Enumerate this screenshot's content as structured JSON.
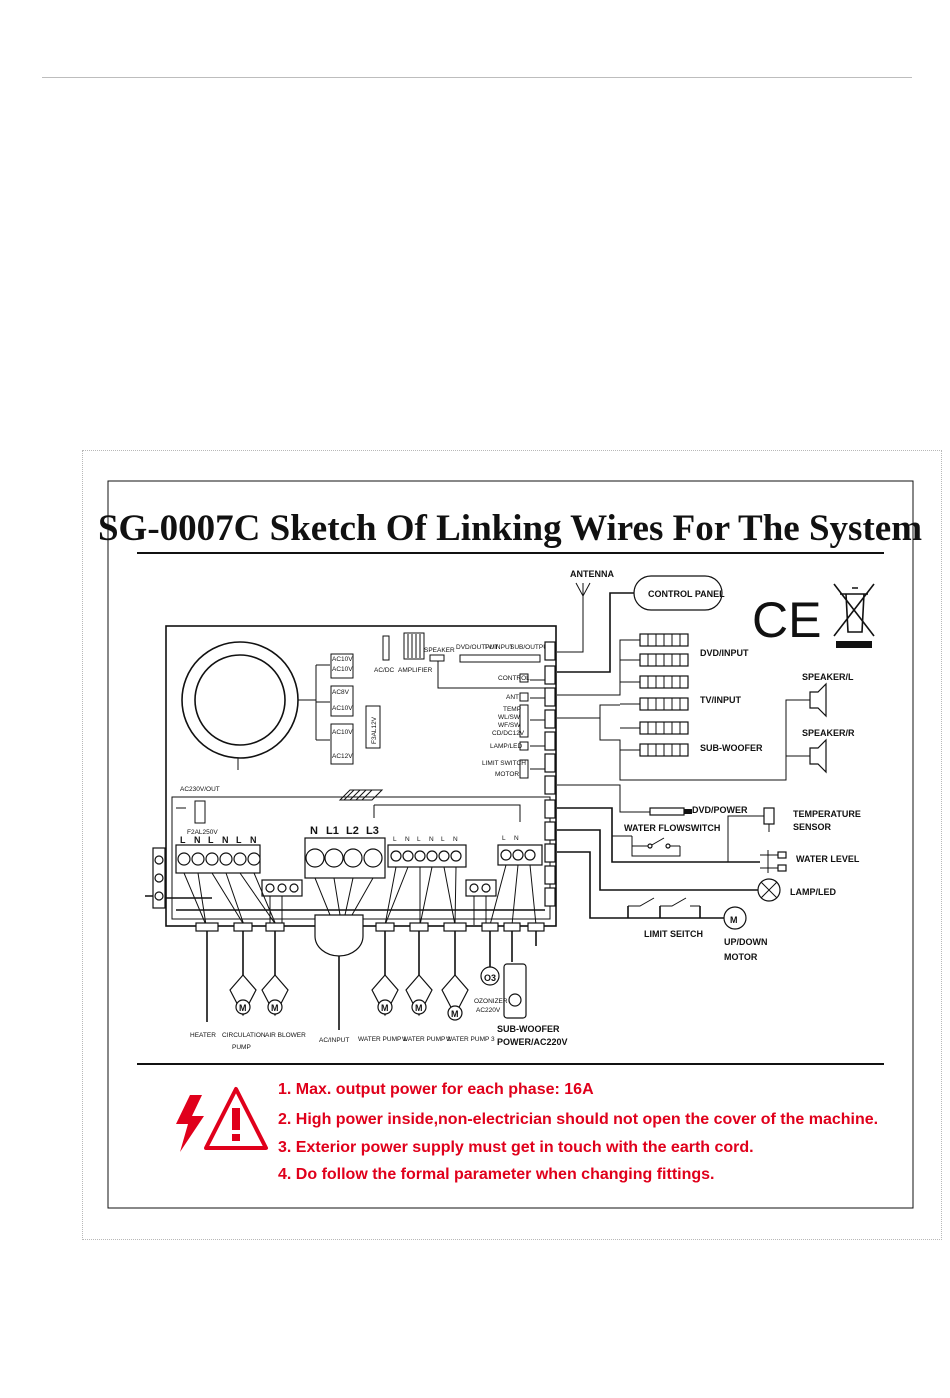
{
  "diagram": {
    "title": "SG-0007C Sketch Of Linking Wires For The System",
    "right": {
      "antenna": "ANTENNA",
      "control_panel": "CONTROL PANEL",
      "ce_mark": "CE",
      "dvd_input": "DVD/INPUT",
      "tv_input": "TV/INPUT",
      "sub_woofer": "SUB-WOOFER",
      "speaker_l": "SPEAKER/L",
      "speaker_r": "SPEAKER/R",
      "dvd_power": "DVD/POWER",
      "water_flow_switch": "WATER FLOWSWITCH",
      "temperature_1": "TEMPERATURE",
      "temperature_2": "SENSOR",
      "water_level": "WATER LEVEL",
      "lamp_led": "LAMP/LED",
      "limit_switch": "LIMIT SEITCH",
      "motor_1": "UP/DOWN",
      "motor_2": "MOTOR"
    },
    "board": {
      "ac10v_a": "AC10V",
      "ac10v_b": "AC10V",
      "ac8v": "AC8V",
      "ac10v_c": "AC10V",
      "ac10v_d": "AC10V",
      "ac12v": "AC12V",
      "fuse_small": "F3AL12V",
      "acdc": "AC/DC",
      "amplifier": "AMPLIFIER",
      "speaker": "SPEAKER",
      "dvd_output": "DVD/OUTPUT",
      "tv_input": "TV/INPUT",
      "sub_output": "SUB/OUTPUT",
      "control": "CONTROL",
      "ant": "ANT",
      "temp": "TEMP",
      "wl_sw": "WL/SW",
      "wf_sw": "WF/SW",
      "cd_dc12v": "CD/DC12V",
      "lamp_led": "LAMP/LED",
      "limit_switch": "LIMIT SWITCH",
      "motor": "MOTOR",
      "ac230v_out": "AC230V/OUT",
      "fuse_main": "F2AL250V",
      "n": "N",
      "l1": "L1",
      "l2": "L2",
      "l3": "L3",
      "l": "L",
      "nn": "N"
    },
    "bottom": {
      "heater": "HEATER",
      "circ_1": "CIRCULATION",
      "circ_2": "PUMP",
      "air_blower": "AIR BLOWER",
      "ac_input": "AC/INPUT",
      "pump1": "WATER PUMP 1",
      "pump2": "WATER PUMP 2",
      "pump3": "WATER PUMP 3",
      "ozonizer_1": "OZONIZER",
      "ozonizer_2": "AC220V",
      "o3": "O3",
      "subwoofer_1": "SUB-WOOFER",
      "subwoofer_2": "POWER/AC220V",
      "m": "M"
    },
    "warnings": [
      "1.  Max. output power for each phase:  16A",
      "2. High power inside,non-electrician should not open the cover of the machine.",
      "3. Exterior power supply must get in touch with the earth cord.",
      "4. Do follow the formal parameter when changing fittings."
    ],
    "colors": {
      "warning_red": "#e0001b",
      "line": "#111111"
    }
  }
}
